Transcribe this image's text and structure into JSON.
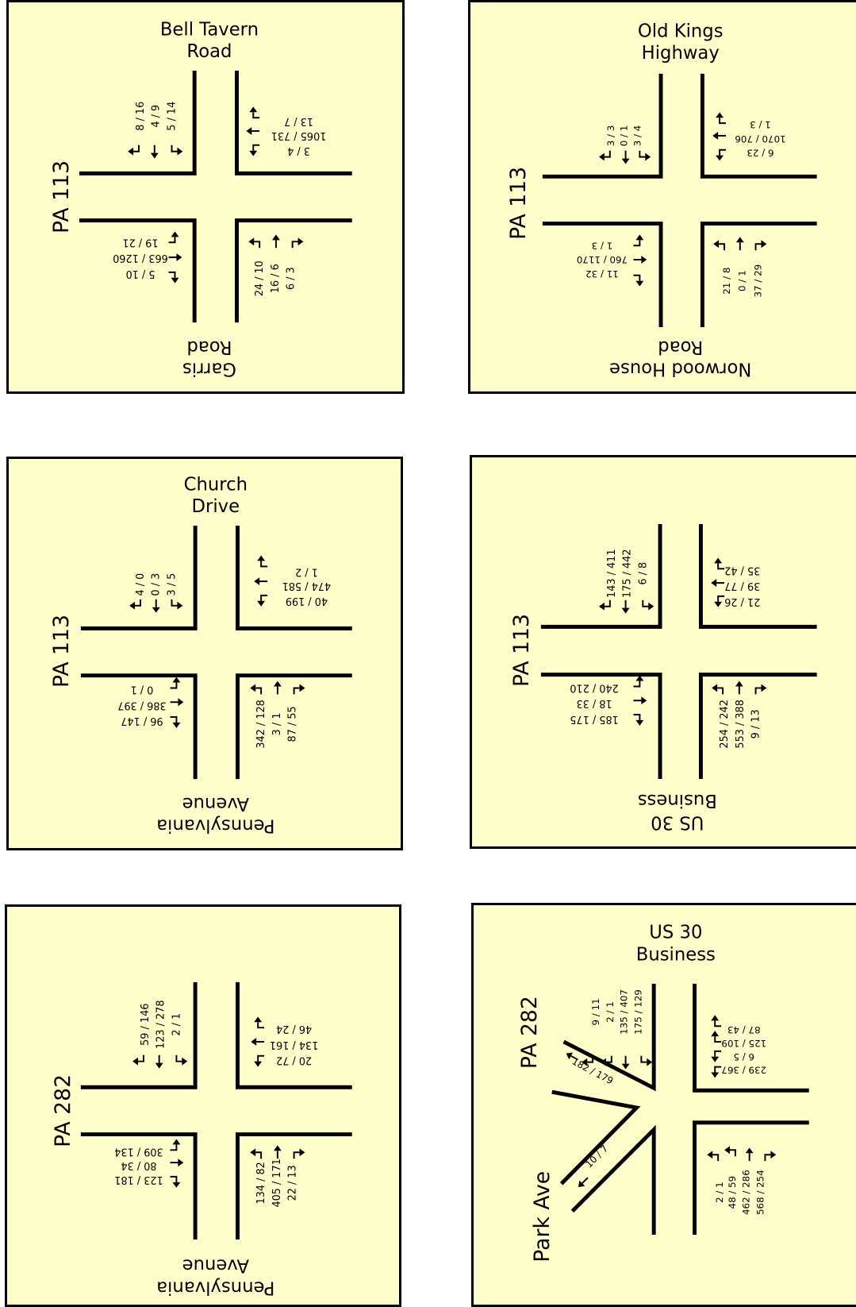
{
  "colors": {
    "panel_bg": "#ffffcc",
    "lines": "#000000"
  },
  "icons": [
    "arrow-through-icon",
    "arrow-left-turn-icon",
    "arrow-right-turn-icon"
  ],
  "intersections": [
    {
      "north": [
        "Bell Tavern",
        "Road"
      ],
      "south": [
        "Garris",
        "Road"
      ],
      "west": "PA 113",
      "sb": [
        "8 / 16",
        "4 / 9",
        "5 / 14"
      ],
      "wb": [
        "13 / 7",
        "1065 / 731",
        "3 / 4"
      ],
      "eb": [
        "19 / 21",
        "663 / 1260",
        "5 / 10"
      ],
      "nb": [
        "24 / 10",
        "16 / 6",
        "6 / 3"
      ]
    },
    {
      "north": [
        "Old Kings",
        "Highway"
      ],
      "south": [
        "Norwood House",
        "Road"
      ],
      "west": "PA 113",
      "sb": [
        "3 / 3",
        "0 / 1",
        "3 / 4"
      ],
      "wb": [
        "1 / 3",
        "1070 / 706",
        "6 / 23"
      ],
      "eb": [
        "1 / 3",
        "760 / 1170",
        "11 / 32"
      ],
      "nb": [
        "21 / 8",
        "0 / 1",
        "37 / 29"
      ]
    },
    {
      "north": [
        "Church",
        "Drive"
      ],
      "south": [
        "Pennsylvania",
        "Avenue"
      ],
      "west": "PA 113",
      "sb": [
        "4 / 0",
        "0 / 3",
        "3 / 5"
      ],
      "wb": [
        "1 / 2",
        "474 / 581",
        "40 / 199"
      ],
      "eb": [
        "0 / 1",
        "386 / 397",
        "96 / 147"
      ],
      "nb": [
        "342 / 128",
        "3 / 1",
        "87 / 55"
      ]
    },
    {
      "north": [
        "",
        ""
      ],
      "south": [
        "US 30",
        "Business"
      ],
      "west": "PA 113",
      "sb": [
        "143 / 411",
        "175 / 442",
        "6 / 8"
      ],
      "wb": [
        "35 / 42",
        "39 / 77",
        "21 / 26"
      ],
      "eb": [
        "240 / 210",
        "18 / 33",
        "185 / 175"
      ],
      "nb": [
        "254 / 242",
        "553 / 388",
        "9 / 13"
      ]
    },
    {
      "north": [
        "",
        ""
      ],
      "south": [
        "Pennsylvania",
        "Avenue"
      ],
      "west": "PA 282",
      "sb": [
        "59 / 146",
        "123 / 278",
        "2 / 1"
      ],
      "wb": [
        "46 / 24",
        "134 / 161",
        "20 / 72"
      ],
      "eb": [
        "309 / 134",
        "80 / 34",
        "123 / 181"
      ],
      "nb": [
        "134 / 82",
        "405 / 171",
        "22 / 13"
      ]
    },
    {
      "north": [
        "US 30",
        "Business"
      ],
      "west": "PA 282",
      "southwest": "Park Ave",
      "sb": [
        "9 / 11",
        "2 / 1",
        "135 / 407",
        "175 / 129"
      ],
      "pa282": "182 / 179",
      "park": "10 / 7",
      "wb": [
        "87 / 43",
        "125 / 109",
        "6 / 5",
        "239 / 367"
      ],
      "nb": [
        "2 / 1",
        "48 / 59",
        "462 / 286",
        "568 / 254"
      ]
    }
  ]
}
